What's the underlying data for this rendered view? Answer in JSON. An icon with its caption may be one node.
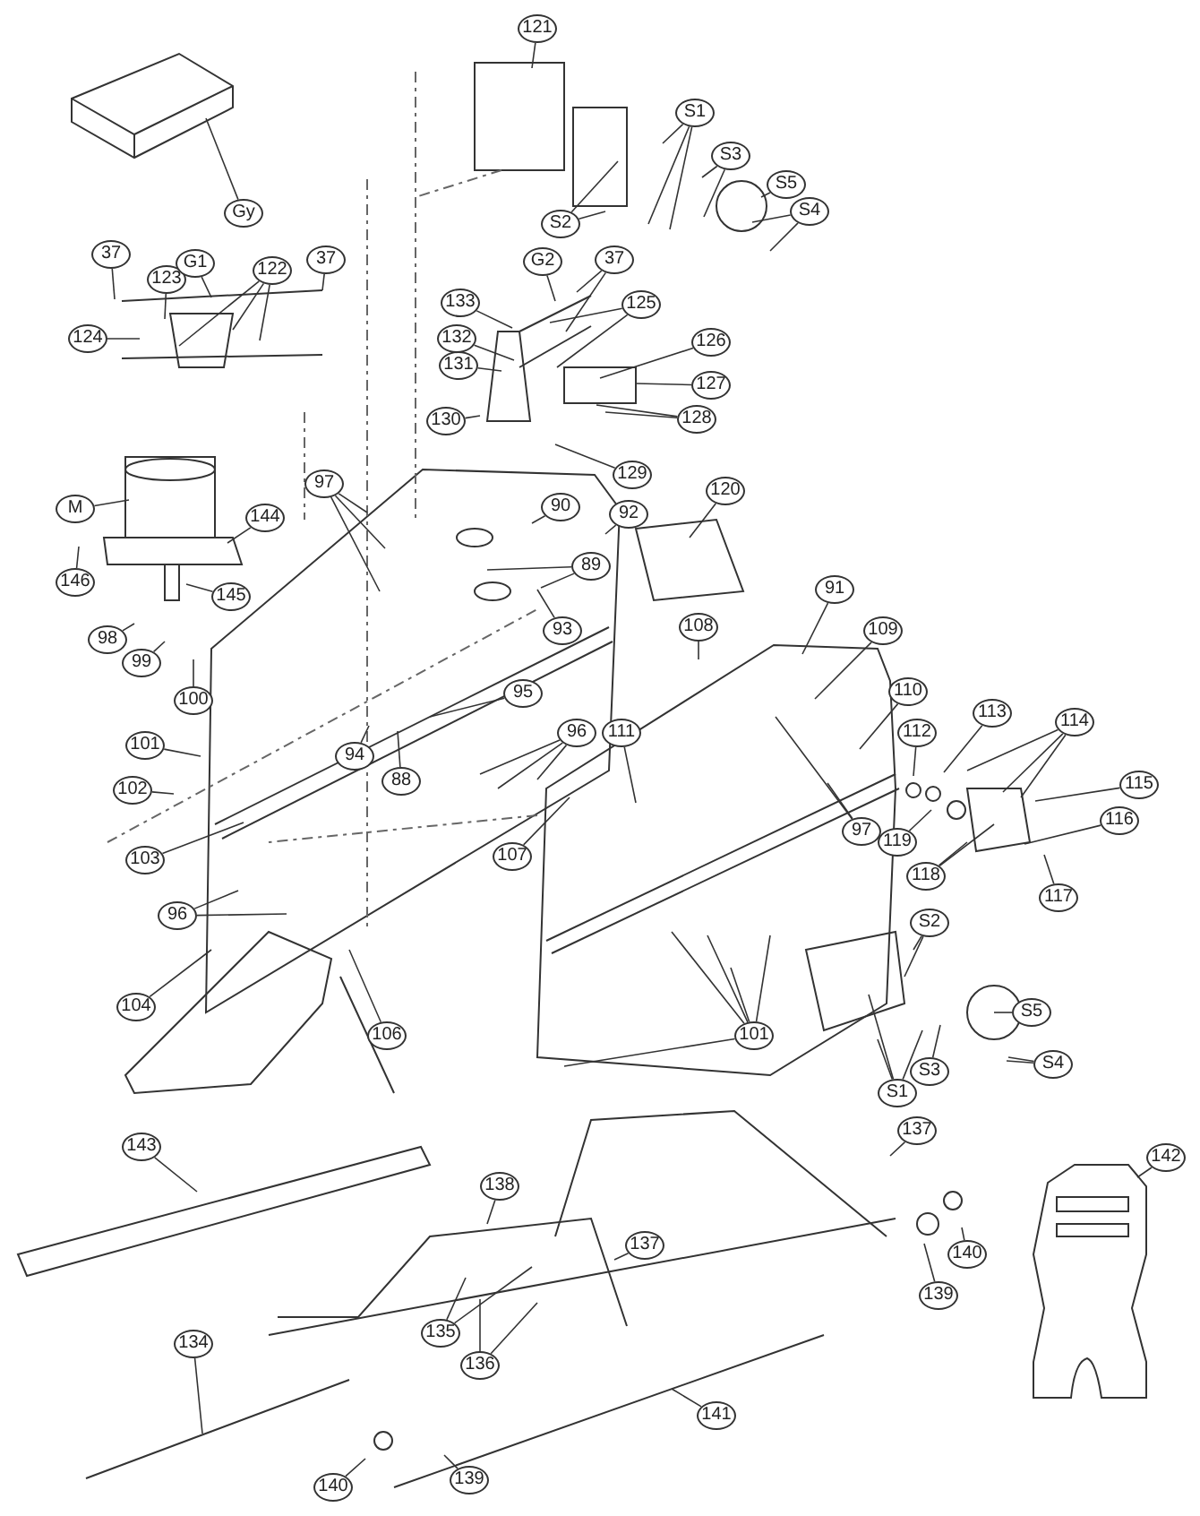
{
  "diagram": {
    "nodes": [
      {
        "text": [
          "121"
        ]
      },
      {
        "text": [
          "S1"
        ]
      },
      {
        "text": [
          "S2"
        ]
      },
      {
        "text": [
          "S3"
        ]
      },
      {
        "text": [
          "S5"
        ]
      },
      {
        "text": [
          "S4"
        ]
      },
      {
        "text": [
          "Gy"
        ]
      },
      {
        "text": [
          "37"
        ]
      },
      {
        "text": [
          "123"
        ]
      },
      {
        "text": [
          "G1"
        ]
      },
      {
        "text": [
          "122"
        ]
      },
      {
        "text": [
          "37"
        ]
      },
      {
        "text": [
          "124"
        ]
      },
      {
        "text": [
          "G2"
        ]
      },
      {
        "text": [
          "37"
        ]
      },
      {
        "text": [
          "125"
        ]
      },
      {
        "text": [
          "133"
        ]
      },
      {
        "text": [
          "132"
        ]
      },
      {
        "text": [
          "131"
        ]
      },
      {
        "text": [
          "130"
        ]
      },
      {
        "text": [
          "126"
        ]
      },
      {
        "text": [
          "127"
        ]
      },
      {
        "text": [
          "128"
        ]
      },
      {
        "text": [
          "129"
        ]
      },
      {
        "text": [
          "90"
        ]
      },
      {
        "text": [
          "92"
        ]
      },
      {
        "text": [
          "89"
        ]
      },
      {
        "text": [
          "93"
        ]
      },
      {
        "text": [
          "97"
        ]
      },
      {
        "text": [
          "M"
        ]
      },
      {
        "text": [
          "144"
        ]
      },
      {
        "text": [
          "146"
        ]
      },
      {
        "text": [
          "145"
        ]
      },
      {
        "text": [
          "98"
        ]
      },
      {
        "text": [
          "99"
        ]
      },
      {
        "text": [
          "100"
        ]
      },
      {
        "text": [
          "101"
        ]
      },
      {
        "text": [
          "102"
        ]
      },
      {
        "text": [
          "103"
        ]
      },
      {
        "text": [
          "95"
        ]
      },
      {
        "text": [
          "94"
        ]
      },
      {
        "text": [
          "88"
        ]
      },
      {
        "text": [
          "96"
        ]
      },
      {
        "text": [
          "107"
        ]
      },
      {
        "text": [
          "96"
        ]
      },
      {
        "text": [
          "104"
        ]
      },
      {
        "text": [
          "106"
        ]
      },
      {
        "text": [
          "120"
        ]
      },
      {
        "text": [
          "91"
        ]
      },
      {
        "text": [
          "108"
        ]
      },
      {
        "text": [
          "109"
        ]
      },
      {
        "text": [
          "110"
        ]
      },
      {
        "text": [
          "111"
        ]
      },
      {
        "text": [
          "112"
        ]
      },
      {
        "text": [
          "113"
        ]
      },
      {
        "text": [
          "114"
        ]
      },
      {
        "text": [
          "115"
        ]
      },
      {
        "text": [
          "116"
        ]
      },
      {
        "text": [
          "117"
        ]
      },
      {
        "text": [
          "119"
        ]
      },
      {
        "text": [
          "118"
        ]
      },
      {
        "text": [
          "97"
        ]
      },
      {
        "text": [
          "S2"
        ]
      },
      {
        "text": [
          "S5"
        ]
      },
      {
        "text": [
          "S4"
        ]
      },
      {
        "text": [
          "S3"
        ]
      },
      {
        "text": [
          "S1"
        ]
      },
      {
        "text": [
          "101"
        ]
      },
      {
        "text": [
          "143"
        ]
      },
      {
        "text": [
          "138"
        ]
      },
      {
        "text": [
          "137"
        ]
      },
      {
        "text": [
          "137"
        ]
      },
      {
        "text": [
          "135"
        ]
      },
      {
        "text": [
          "136"
        ]
      },
      {
        "text": [
          "139"
        ]
      },
      {
        "text": [
          "140"
        ]
      },
      {
        "text": [
          "142"
        ]
      },
      {
        "text": [
          "134"
        ]
      },
      {
        "text": [
          "141"
        ]
      },
      {
        "text": [
          "140"
        ]
      },
      {
        "text": [
          "139"
        ]
      }
    ],
    "edges": [
      {
        "from": 0,
        "to": null,
        "arrow": "none"
      },
      {
        "from": 1,
        "to": null,
        "arrow": "none"
      },
      {
        "from": 1,
        "to": null,
        "arrow": "none"
      },
      {
        "from": 1,
        "to": null,
        "arrow": "none"
      },
      {
        "from": 2,
        "to": null,
        "arrow": "none"
      },
      {
        "from": 2,
        "to": null,
        "arrow": "none"
      },
      {
        "from": 3,
        "to": null,
        "arrow": "none"
      },
      {
        "from": 3,
        "to": null,
        "arrow": "none"
      },
      {
        "from": 4,
        "to": null,
        "arrow": "none"
      },
      {
        "from": 5,
        "to": null,
        "arrow": "none"
      },
      {
        "from": 5,
        "to": null,
        "arrow": "none"
      },
      {
        "from": 6,
        "to": null,
        "arrow": "none"
      },
      {
        "from": 7,
        "to": null,
        "arrow": "none"
      },
      {
        "from": 8,
        "to": null,
        "arrow": "none"
      },
      {
        "from": 9,
        "to": null,
        "arrow": "none"
      },
      {
        "from": 10,
        "to": null,
        "arrow": "none"
      },
      {
        "from": 10,
        "to": null,
        "arrow": "none"
      },
      {
        "from": 10,
        "to": null,
        "arrow": "none"
      },
      {
        "from": 11,
        "to": null,
        "arrow": "none"
      },
      {
        "from": 12,
        "to": null,
        "arrow": "none"
      },
      {
        "from": 13,
        "to": null,
        "arrow": "none"
      },
      {
        "from": 14,
        "to": null,
        "arrow": "none"
      },
      {
        "from": 14,
        "to": null,
        "arrow": "none"
      },
      {
        "from": 15,
        "to": null,
        "arrow": "none"
      },
      {
        "from": 15,
        "to": null,
        "arrow": "none"
      },
      {
        "from": 16,
        "to": null,
        "arrow": "none"
      },
      {
        "from": 17,
        "to": null,
        "arrow": "none"
      },
      {
        "from": 18,
        "to": null,
        "arrow": "none"
      },
      {
        "from": 19,
        "to": null,
        "arrow": "none"
      },
      {
        "from": 20,
        "to": null,
        "arrow": "none"
      },
      {
        "from": 21,
        "to": null,
        "arrow": "none"
      },
      {
        "from": 22,
        "to": null,
        "arrow": "none"
      },
      {
        "from": 22,
        "to": null,
        "arrow": "none"
      },
      {
        "from": 23,
        "to": null,
        "arrow": "none"
      },
      {
        "from": 24,
        "to": null,
        "arrow": "none"
      },
      {
        "from": 25,
        "to": null,
        "arrow": "none"
      },
      {
        "from": 26,
        "to": null,
        "arrow": "none"
      },
      {
        "from": 26,
        "to": null,
        "arrow": "none"
      },
      {
        "from": 27,
        "to": null,
        "arrow": "none"
      },
      {
        "from": 28,
        "to": null,
        "arrow": "none"
      },
      {
        "from": 28,
        "to": null,
        "arrow": "none"
      },
      {
        "from": 28,
        "to": null,
        "arrow": "none"
      },
      {
        "from": 29,
        "to": null,
        "arrow": "none"
      },
      {
        "from": 30,
        "to": null,
        "arrow": "none"
      },
      {
        "from": 31,
        "to": null,
        "arrow": "none"
      },
      {
        "from": 32,
        "to": null,
        "arrow": "none"
      },
      {
        "from": 33,
        "to": null,
        "arrow": "none"
      },
      {
        "from": 34,
        "to": null,
        "arrow": "none"
      },
      {
        "from": 35,
        "to": null,
        "arrow": "none"
      },
      {
        "from": 36,
        "to": null,
        "arrow": "none"
      },
      {
        "from": 37,
        "to": null,
        "arrow": "none"
      },
      {
        "from": 38,
        "to": null,
        "arrow": "none"
      },
      {
        "from": 39,
        "to": null,
        "arrow": "none"
      },
      {
        "from": 40,
        "to": null,
        "arrow": "none"
      },
      {
        "from": 41,
        "to": null,
        "arrow": "none"
      },
      {
        "from": 42,
        "to": null,
        "arrow": "none"
      },
      {
        "from": 42,
        "to": null,
        "arrow": "none"
      },
      {
        "from": 42,
        "to": null,
        "arrow": "none"
      },
      {
        "from": 43,
        "to": null,
        "arrow": "none"
      },
      {
        "from": 44,
        "to": null,
        "arrow": "none"
      },
      {
        "from": 44,
        "to": null,
        "arrow": "none"
      },
      {
        "from": 45,
        "to": null,
        "arrow": "none"
      },
      {
        "from": 46,
        "to": null,
        "arrow": "none"
      },
      {
        "from": 47,
        "to": null,
        "arrow": "none"
      },
      {
        "from": 48,
        "to": null,
        "arrow": "none"
      },
      {
        "from": 49,
        "to": null,
        "arrow": "none"
      },
      {
        "from": 50,
        "to": null,
        "arrow": "none"
      },
      {
        "from": 51,
        "to": null,
        "arrow": "none"
      },
      {
        "from": 52,
        "to": null,
        "arrow": "none"
      },
      {
        "from": 53,
        "to": null,
        "arrow": "none"
      },
      {
        "from": 54,
        "to": null,
        "arrow": "none"
      },
      {
        "from": 55,
        "to": null,
        "arrow": "none"
      },
      {
        "from": 55,
        "to": null,
        "arrow": "none"
      },
      {
        "from": 55,
        "to": null,
        "arrow": "none"
      },
      {
        "from": 56,
        "to": null,
        "arrow": "none"
      },
      {
        "from": 57,
        "to": null,
        "arrow": "none"
      },
      {
        "from": 58,
        "to": null,
        "arrow": "none"
      },
      {
        "from": 59,
        "to": null,
        "arrow": "none"
      },
      {
        "from": 60,
        "to": null,
        "arrow": "none"
      },
      {
        "from": 60,
        "to": null,
        "arrow": "none"
      },
      {
        "from": 61,
        "to": null,
        "arrow": "none"
      },
      {
        "from": 61,
        "to": null,
        "arrow": "none"
      },
      {
        "from": 62,
        "to": null,
        "arrow": "none"
      },
      {
        "from": 62,
        "to": null,
        "arrow": "none"
      },
      {
        "from": 63,
        "to": null,
        "arrow": "none"
      },
      {
        "from": 64,
        "to": null,
        "arrow": "none"
      },
      {
        "from": 64,
        "to": null,
        "arrow": "none"
      },
      {
        "from": 65,
        "to": null,
        "arrow": "none"
      },
      {
        "from": 66,
        "to": null,
        "arrow": "none"
      },
      {
        "from": 66,
        "to": null,
        "arrow": "none"
      },
      {
        "from": 66,
        "to": null,
        "arrow": "none"
      },
      {
        "from": 67,
        "to": null,
        "arrow": "none"
      },
      {
        "from": 67,
        "to": null,
        "arrow": "none"
      },
      {
        "from": 67,
        "to": null,
        "arrow": "none"
      },
      {
        "from": 67,
        "to": null,
        "arrow": "none"
      },
      {
        "from": 67,
        "to": null,
        "arrow": "none"
      },
      {
        "from": 68,
        "to": null,
        "arrow": "none"
      },
      {
        "from": 69,
        "to": null,
        "arrow": "none"
      },
      {
        "from": 70,
        "to": null,
        "arrow": "none"
      },
      {
        "from": 71,
        "to": null,
        "arrow": "none"
      },
      {
        "from": 72,
        "to": null,
        "arrow": "none"
      },
      {
        "from": 72,
        "to": null,
        "arrow": "none"
      },
      {
        "from": 73,
        "to": null,
        "arrow": "none"
      },
      {
        "from": 73,
        "to": null,
        "arrow": "none"
      },
      {
        "from": 74,
        "to": null,
        "arrow": "none"
      },
      {
        "from": 75,
        "to": null,
        "arrow": "none"
      },
      {
        "from": 76,
        "to": null,
        "arrow": "none"
      },
      {
        "from": 77,
        "to": null,
        "arrow": "none"
      },
      {
        "from": 78,
        "to": null,
        "arrow": "none"
      },
      {
        "from": 79,
        "to": null,
        "arrow": "none"
      },
      {
        "from": 80,
        "to": null,
        "arrow": "none"
      }
    ]
  }
}
